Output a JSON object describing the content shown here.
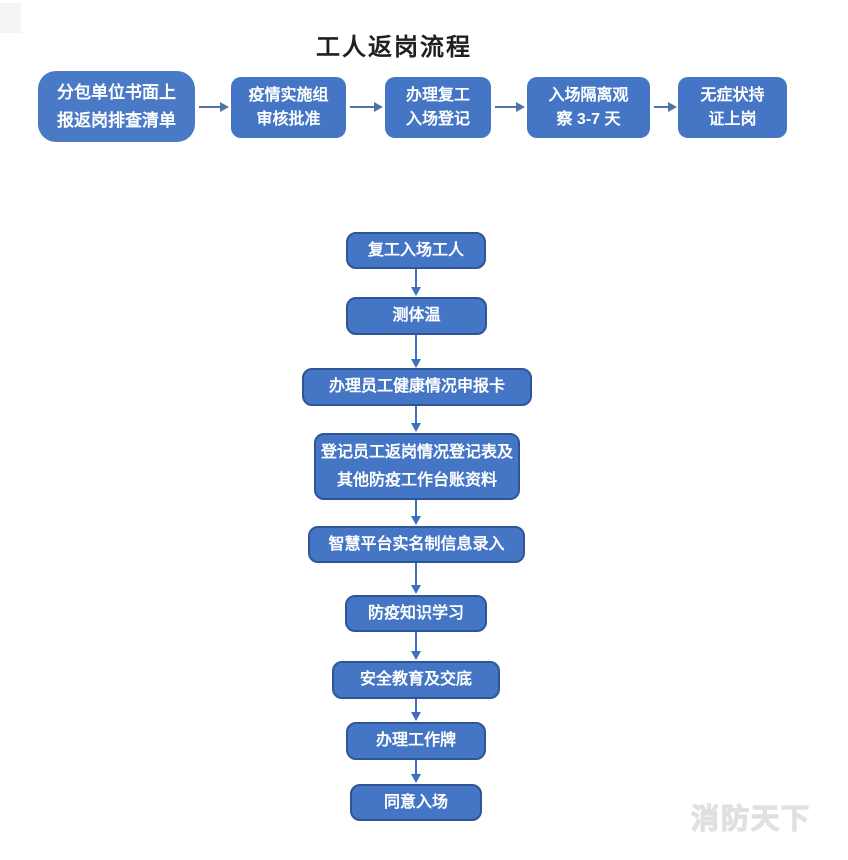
{
  "page": {
    "title": "工人返岗流程"
  },
  "colors": {
    "node_fill": "#4576c5",
    "node_border": "#2f5597",
    "node_text": "#ffffff",
    "horizontal_arrow": "#50739f",
    "vertical_arrow": "#3f6fbf",
    "title_text": "#1f1f1f",
    "watermark_text": "#e0e0e0",
    "background": "#ffffff"
  },
  "flow_top": {
    "steps": [
      {
        "label": "分包单位书面上\n报返岗排查清单"
      },
      {
        "label": "疫情实施组\n审核批准"
      },
      {
        "label": "办理复工\n入场登记"
      },
      {
        "label": "入场隔离观\n察 3-7 天"
      },
      {
        "label": "无症状持\n证上岗"
      }
    ]
  },
  "flow_vertical": {
    "steps": [
      {
        "label": "复工入场工人"
      },
      {
        "label": "测体温"
      },
      {
        "label": "办理员工健康情况申报卡"
      },
      {
        "label": "登记员工返岗情况登记表及\n其他防疫工作台账资料"
      },
      {
        "label": "智慧平台实名制信息录入"
      },
      {
        "label": "防疫知识学习"
      },
      {
        "label": "安全教育及交底"
      },
      {
        "label": "办理工作牌"
      },
      {
        "label": "同意入场"
      }
    ]
  },
  "watermark": {
    "text": "消防天下"
  }
}
